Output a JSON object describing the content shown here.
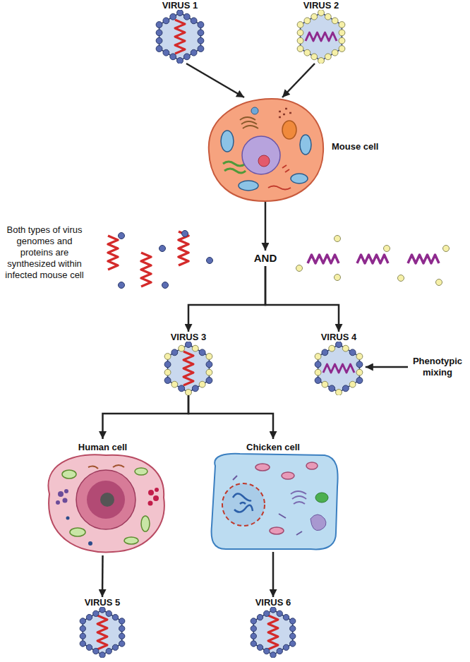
{
  "diagram": {
    "nodes": [
      {
        "text": [
          "VIRUS 1"
        ]
      },
      {
        "text": [
          "VIRUS 2"
        ]
      },
      {
        "text": [
          "Mouse cell"
        ]
      },
      {
        "text": [
          "AND"
        ]
      },
      {
        "text": [
          "VIRUS 3"
        ]
      },
      {
        "text": [
          "VIRUS 4"
        ]
      },
      {
        "text": [
          "Phenotypic mixing"
        ]
      },
      {
        "text": [
          "Human cell"
        ]
      },
      {
        "text": [
          "Chicken cell"
        ]
      },
      {
        "text": [
          "VIRUS 5"
        ]
      },
      {
        "text": [
          "VIRUS 6"
        ]
      }
    ],
    "edges": [
      {
        "from": 0,
        "to": 2,
        "arrow": "to"
      },
      {
        "from": 1,
        "to": 2,
        "arrow": "to"
      },
      {
        "from": 2,
        "to": 3,
        "arrow": "to"
      },
      {
        "from": 3,
        "to": 4,
        "arrow": "to"
      },
      {
        "from": 3,
        "to": 5,
        "arrow": "to"
      },
      {
        "from": 6,
        "to": 5,
        "arrow": "to"
      },
      {
        "from": 4,
        "to": 7,
        "arrow": "to"
      },
      {
        "from": 4,
        "to": 8,
        "arrow": "to"
      },
      {
        "from": 7,
        "to": 9,
        "arrow": "to"
      },
      {
        "from": 8,
        "to": 10,
        "arrow": "to"
      }
    ],
    "labels": [
      "Both types of virus genomes and proteins are synthesized within infected mouse cell"
    ]
  }
}
